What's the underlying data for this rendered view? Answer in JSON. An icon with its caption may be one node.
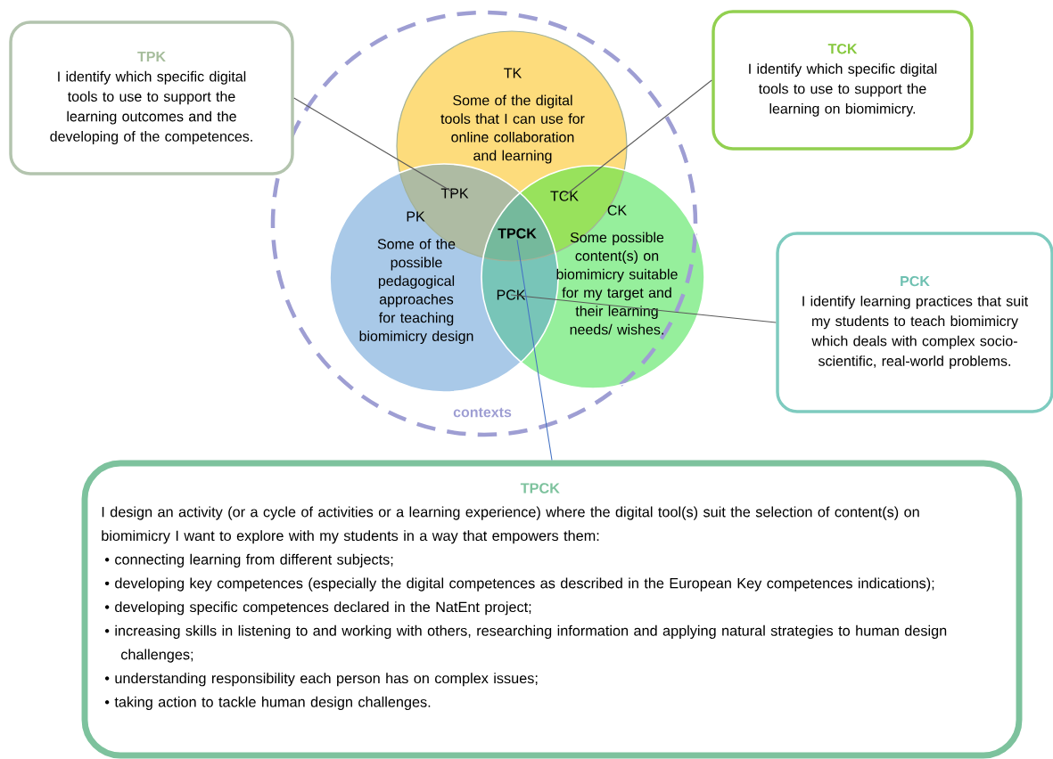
{
  "diagram": {
    "nodes": [
      {
        "text": [
          "contexts"
        ]
      },
      {
        "text": [
          "TK",
          "Some of the digital tools that I can use for online collaboration and learning"
        ],
        "in": 0
      },
      {
        "text": [
          "PK",
          "Some of the possible pedagogical approaches for teaching biomimicry design"
        ],
        "in": 0
      },
      {
        "text": [
          "CK",
          "Some possible content(s) on biomimicry suitable for my target and their learning needs/ wishes."
        ],
        "in": 0
      },
      {
        "text": [
          "TPK"
        ]
      },
      {
        "text": [
          "TCK"
        ]
      },
      {
        "text": [
          "TPCK"
        ]
      },
      {
        "text": [
          "PCK"
        ]
      },
      {
        "text": [
          "TPK",
          "I identify which specific digital tools to use to support the learning outcomes and the developing of the competences."
        ]
      },
      {
        "text": [
          "TCK",
          "I identify which specific digital tools to use to support the learning on biomimicry."
        ]
      },
      {
        "text": [
          "PCK",
          "I identify learning practices that suit my students to teach biomimicry which deals with complex socio-scientific, real-world problems."
        ]
      },
      {
        "text": [
          "TPCK",
          "I design an activity (or a cycle of activities or a learning experience) where the digital tool(s) suit the selection of content(s) on biomimicry I want to explore with my students in a way that empowers them:",
          "• connecting learning from different subjects;",
          "• developing key competences (especially the digital competences as described in the European Key competences indications);",
          "• developing specific competences declared in the NatEnt project;",
          "• increasing skills in listening to and working with others, researching information and applying natural strategies to human design challenges;",
          "• understanding responsibility each person has on complex issues;",
          "• taking action to tackle human design challenges."
        ]
      }
    ],
    "edges": [
      {
        "from": 8,
        "to": 4,
        "arrow": "none"
      },
      {
        "from": 9,
        "to": 5,
        "arrow": "none"
      },
      {
        "from": 10,
        "to": 7,
        "arrow": "none"
      },
      {
        "from": 11,
        "to": 6,
        "arrow": "none",
        "color": "#4472c4"
      }
    ]
  }
}
